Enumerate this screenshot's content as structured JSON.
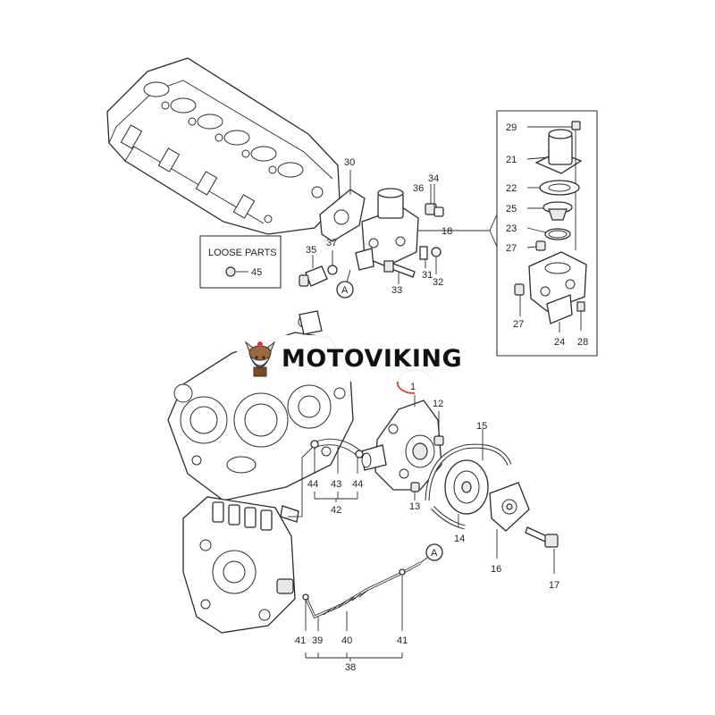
{
  "brand": {
    "name": "MOTOVIKING",
    "accent": "#e03a2f"
  },
  "loose_parts": {
    "title": "LOOSE PARTS",
    "item": "45"
  },
  "callouts": {
    "c1": "1",
    "c12": "12",
    "c13": "13",
    "c14": "14",
    "c15": "15",
    "c16": "16",
    "c17": "17",
    "c18": "18",
    "c21": "21",
    "c22": "22",
    "c23": "23",
    "c24": "24",
    "c25": "25",
    "c27a": "27",
    "c27b": "27",
    "c28": "28",
    "c29": "29",
    "c30": "30",
    "c31": "31",
    "c32": "32",
    "c33": "33",
    "c34": "34",
    "c35": "35",
    "c36": "36",
    "c37": "37",
    "c38": "38",
    "c39": "39",
    "c40": "40",
    "c41a": "41",
    "c41b": "41",
    "c42": "42",
    "c43": "43",
    "c44a": "44",
    "c44b": "44",
    "cA1": "A",
    "cA2": "A"
  },
  "highlight_color": "#e03a2f"
}
